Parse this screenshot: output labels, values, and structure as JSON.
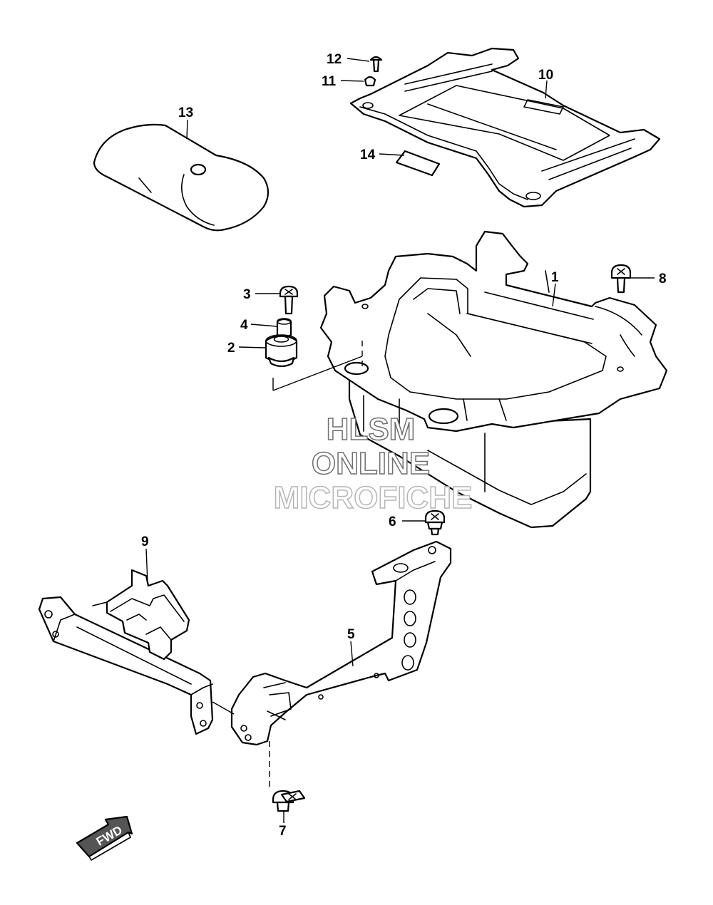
{
  "callouts": {
    "c1": "1",
    "c2": "2",
    "c3": "3",
    "c4": "4",
    "c5": "5",
    "c6": "6",
    "c7": "7",
    "c8": "8",
    "c9": "9",
    "c10": "10",
    "c11": "11",
    "c12": "12",
    "c13": "13",
    "c14": "14"
  },
  "watermark": {
    "line1": "HLSM",
    "line2": "ONLINE",
    "line3": "MICROFICHE"
  },
  "fwd_badge": {
    "label": "FWD"
  }
}
